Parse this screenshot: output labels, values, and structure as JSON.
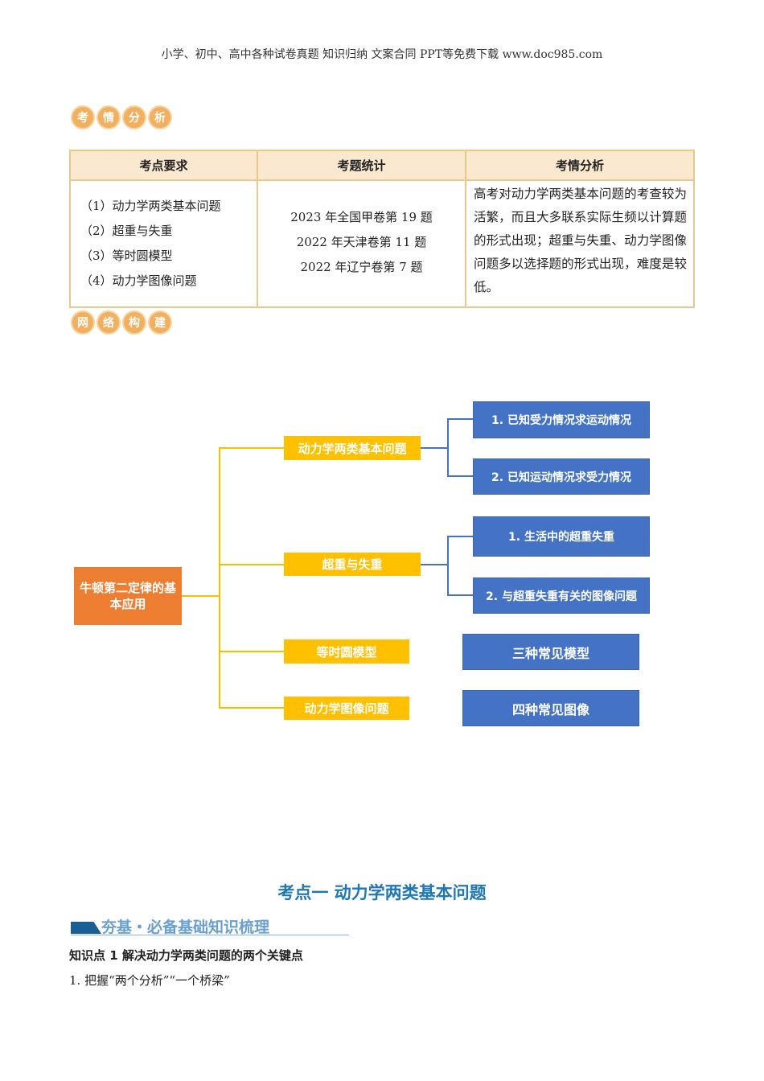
{
  "header": "小学、初中、高中各种试卷真题  知识归纳  文案合同  PPT等免费下载     www.doc985.com",
  "badge1": [
    "考",
    "情",
    "分",
    "析"
  ],
  "badge2": [
    "网",
    "络",
    "构",
    "建"
  ],
  "table": {
    "headers": [
      "考点要求",
      "考题统计",
      "考情分析"
    ],
    "requirements": [
      "（1）动力学两类基本问题",
      "（2）超重与失重",
      "（3）等时圆模型",
      "（4）动力学图像问题"
    ],
    "stats": [
      "2023 年全国甲卷第 19 题",
      "2022 年天津卷第 11 题",
      "2022 年辽宁卷第 7 题"
    ],
    "analysis": "高考对动力学两类基本问题的考查较为活繁，而且大多联系实际生频以计算题的形式出现；超重与失重、动力学图像问题多以选择题的形式出现，难度是较低。"
  },
  "mindmap": {
    "root": "牛顿第二定律的基本应用",
    "branches": [
      "动力学两类基本问题",
      "超重与失重",
      "等时圆模型",
      "动力学图像问题"
    ],
    "leaves": [
      "1. 已知受力情况求运动情况",
      "2. 已知运动情况求受力情况",
      "1. 生活中的超重失重",
      "2. 与超重失重有关的图像问题",
      "三种常见模型",
      "四种常见图像"
    ]
  },
  "section_title": "考点一  动力学两类基本问题",
  "sub_banner": "夯基・必备基础知识梳理",
  "knowledge_title": "知识点 1 解决动力学两类问题的两个关键点",
  "item1": "1. 把握“两个分析”“一个桥梁”"
}
